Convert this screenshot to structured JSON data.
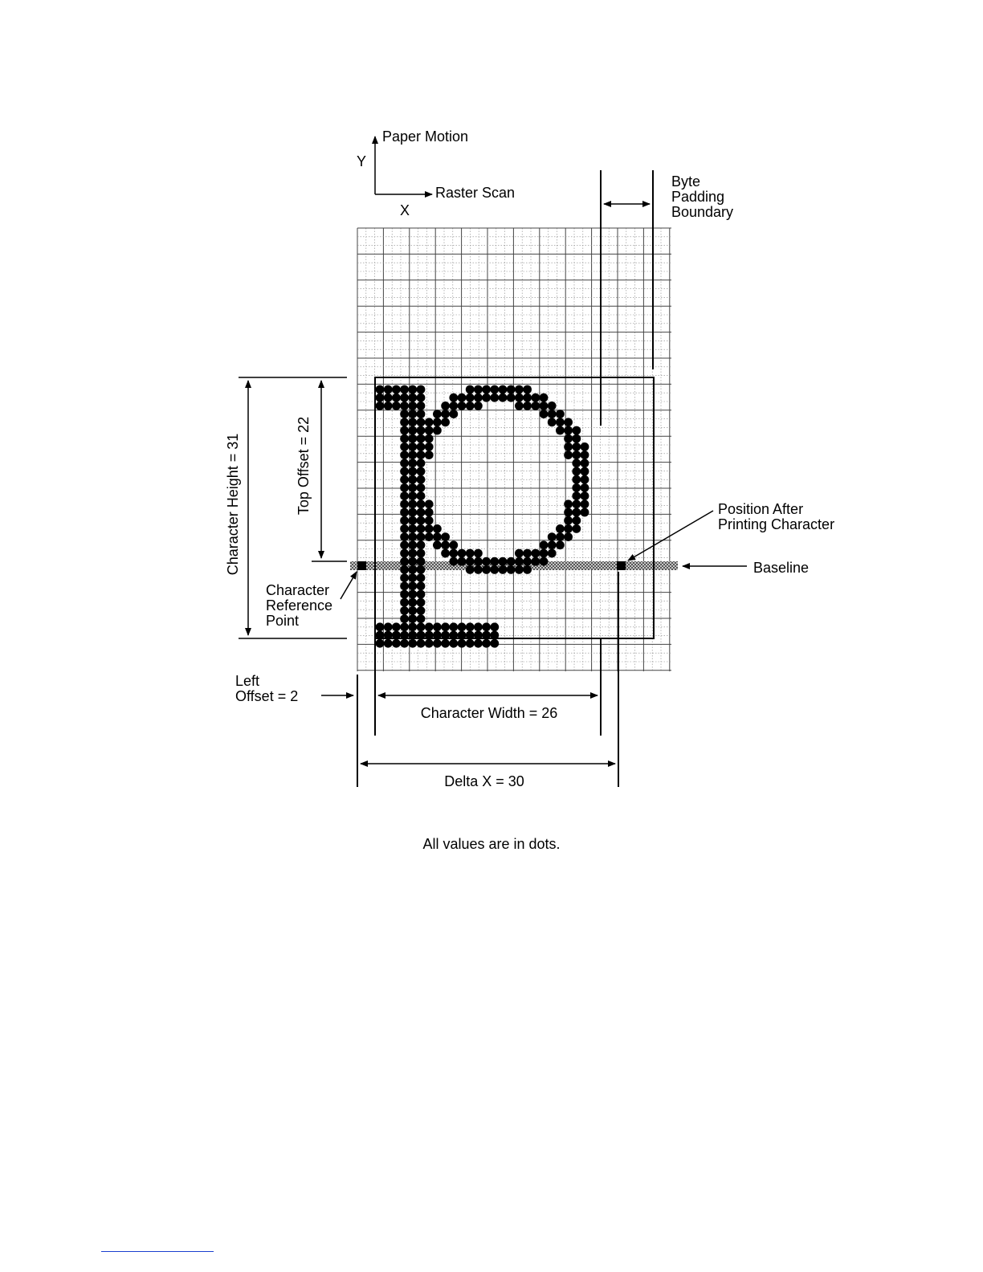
{
  "figure": {
    "axes": {
      "y_label": "Y",
      "x_label": "X",
      "paper_motion": "Paper Motion",
      "raster_scan": "Raster Scan"
    },
    "labels": {
      "byte_padding": [
        "Byte",
        "Padding",
        "Boundary"
      ],
      "character_height": "Character Height = 31",
      "top_offset": "Top Offset = 22",
      "position_after": [
        "Position After",
        "Printing Character"
      ],
      "baseline": "Baseline",
      "reference_point": [
        "Character",
        "Reference",
        "Point"
      ],
      "left_offset": [
        "Left",
        "Offset = 2"
      ],
      "character_width": "Character Width = 26",
      "delta_x": "Delta X = 30"
    },
    "note": "All values are in dots."
  },
  "colors": {
    "ink": "#000000",
    "grid": "#555555",
    "baseline_fill": "#8a8a8a",
    "footer_rule": "#1a3fcf"
  }
}
